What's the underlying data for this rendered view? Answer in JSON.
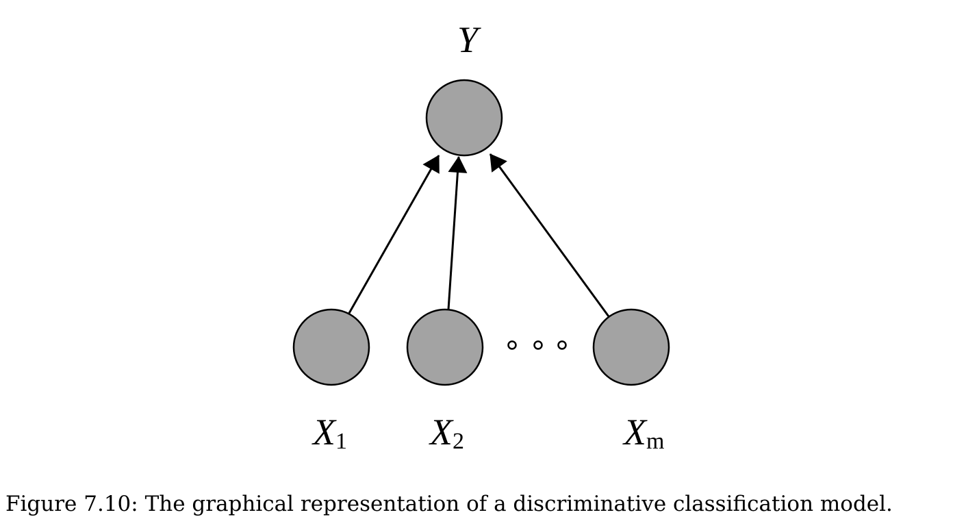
{
  "diagram": {
    "nodes": {
      "target": {
        "label": "Y",
        "subscript": ""
      },
      "input_1": {
        "label": "X",
        "subscript": "1"
      },
      "input_2": {
        "label": "X",
        "subscript": "2"
      },
      "input_m": {
        "label": "X",
        "subscript": "m"
      }
    },
    "edges": [
      {
        "from": "input_1",
        "to": "target"
      },
      {
        "from": "input_2",
        "to": "target"
      },
      {
        "from": "input_m",
        "to": "target"
      }
    ],
    "colors": {
      "node_fill": "#a3a3a3",
      "stroke": "#000000"
    }
  },
  "caption": "Figure 7.10: The graphical representation of a discriminative classification model."
}
